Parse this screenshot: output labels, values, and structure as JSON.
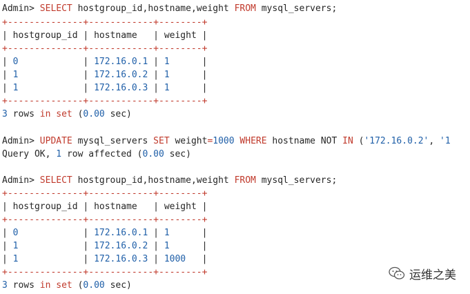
{
  "terminal": {
    "query1": {
      "prompt": "Admin>",
      "kw_select": "SELECT",
      "columns": "hostgroup_id,hostname,weight",
      "kw_from": "FROM",
      "table": "mysql_servers;"
    },
    "table1": {
      "border": "+--------------+------------+--------+",
      "header": [
        "hostgroup_id",
        "hostname",
        "weight"
      ],
      "rows": [
        [
          "0",
          "172.16.0.1",
          "1"
        ],
        [
          "1",
          "172.16.0.2",
          "1"
        ],
        [
          "1",
          "172.16.0.3",
          "1"
        ]
      ]
    },
    "result1": {
      "rows_count": "3",
      "rows_word": "rows",
      "kw_in": "in",
      "kw_set": "set",
      "time": "0.00",
      "sec": "sec)"
    },
    "update": {
      "prompt": "Admin>",
      "kw_update": "UPDATE",
      "table": "mysql_servers",
      "kw_set": "SET",
      "assign_col": "weight",
      "assign_value": "1000",
      "kw_where": "WHERE",
      "where_col": "hostname NOT",
      "kw_in": "IN",
      "value1": "'172.16.0.2'",
      "value2_fragment": "'1"
    },
    "update_result": {
      "status": "Query OK,",
      "count": "1",
      "affected": "row affected",
      "time": "0.00",
      "sec": "sec)"
    },
    "query2": {
      "prompt": "Admin>",
      "kw_select": "SELECT",
      "columns": "hostgroup_id,hostname,weight",
      "kw_from": "FROM",
      "table": "mysql_servers;"
    },
    "table2": {
      "border": "+--------------+------------+--------+",
      "header": [
        "hostgroup_id",
        "hostname",
        "weight"
      ],
      "rows": [
        [
          "0",
          "172.16.0.1",
          "1"
        ],
        [
          "1",
          "172.16.0.2",
          "1"
        ],
        [
          "1",
          "172.16.0.3",
          "1000"
        ]
      ]
    },
    "result2": {
      "rows_count": "3",
      "rows_word": "rows",
      "kw_in": "in",
      "kw_set": "set",
      "time": "0.00",
      "sec": "sec)"
    }
  },
  "watermark": {
    "text": "运维之美",
    "icon": "wechat-icon"
  },
  "colors": {
    "keyword": "#c0392b",
    "number": "#1f5fa8",
    "border": "#c0392b",
    "text": "#262626"
  }
}
